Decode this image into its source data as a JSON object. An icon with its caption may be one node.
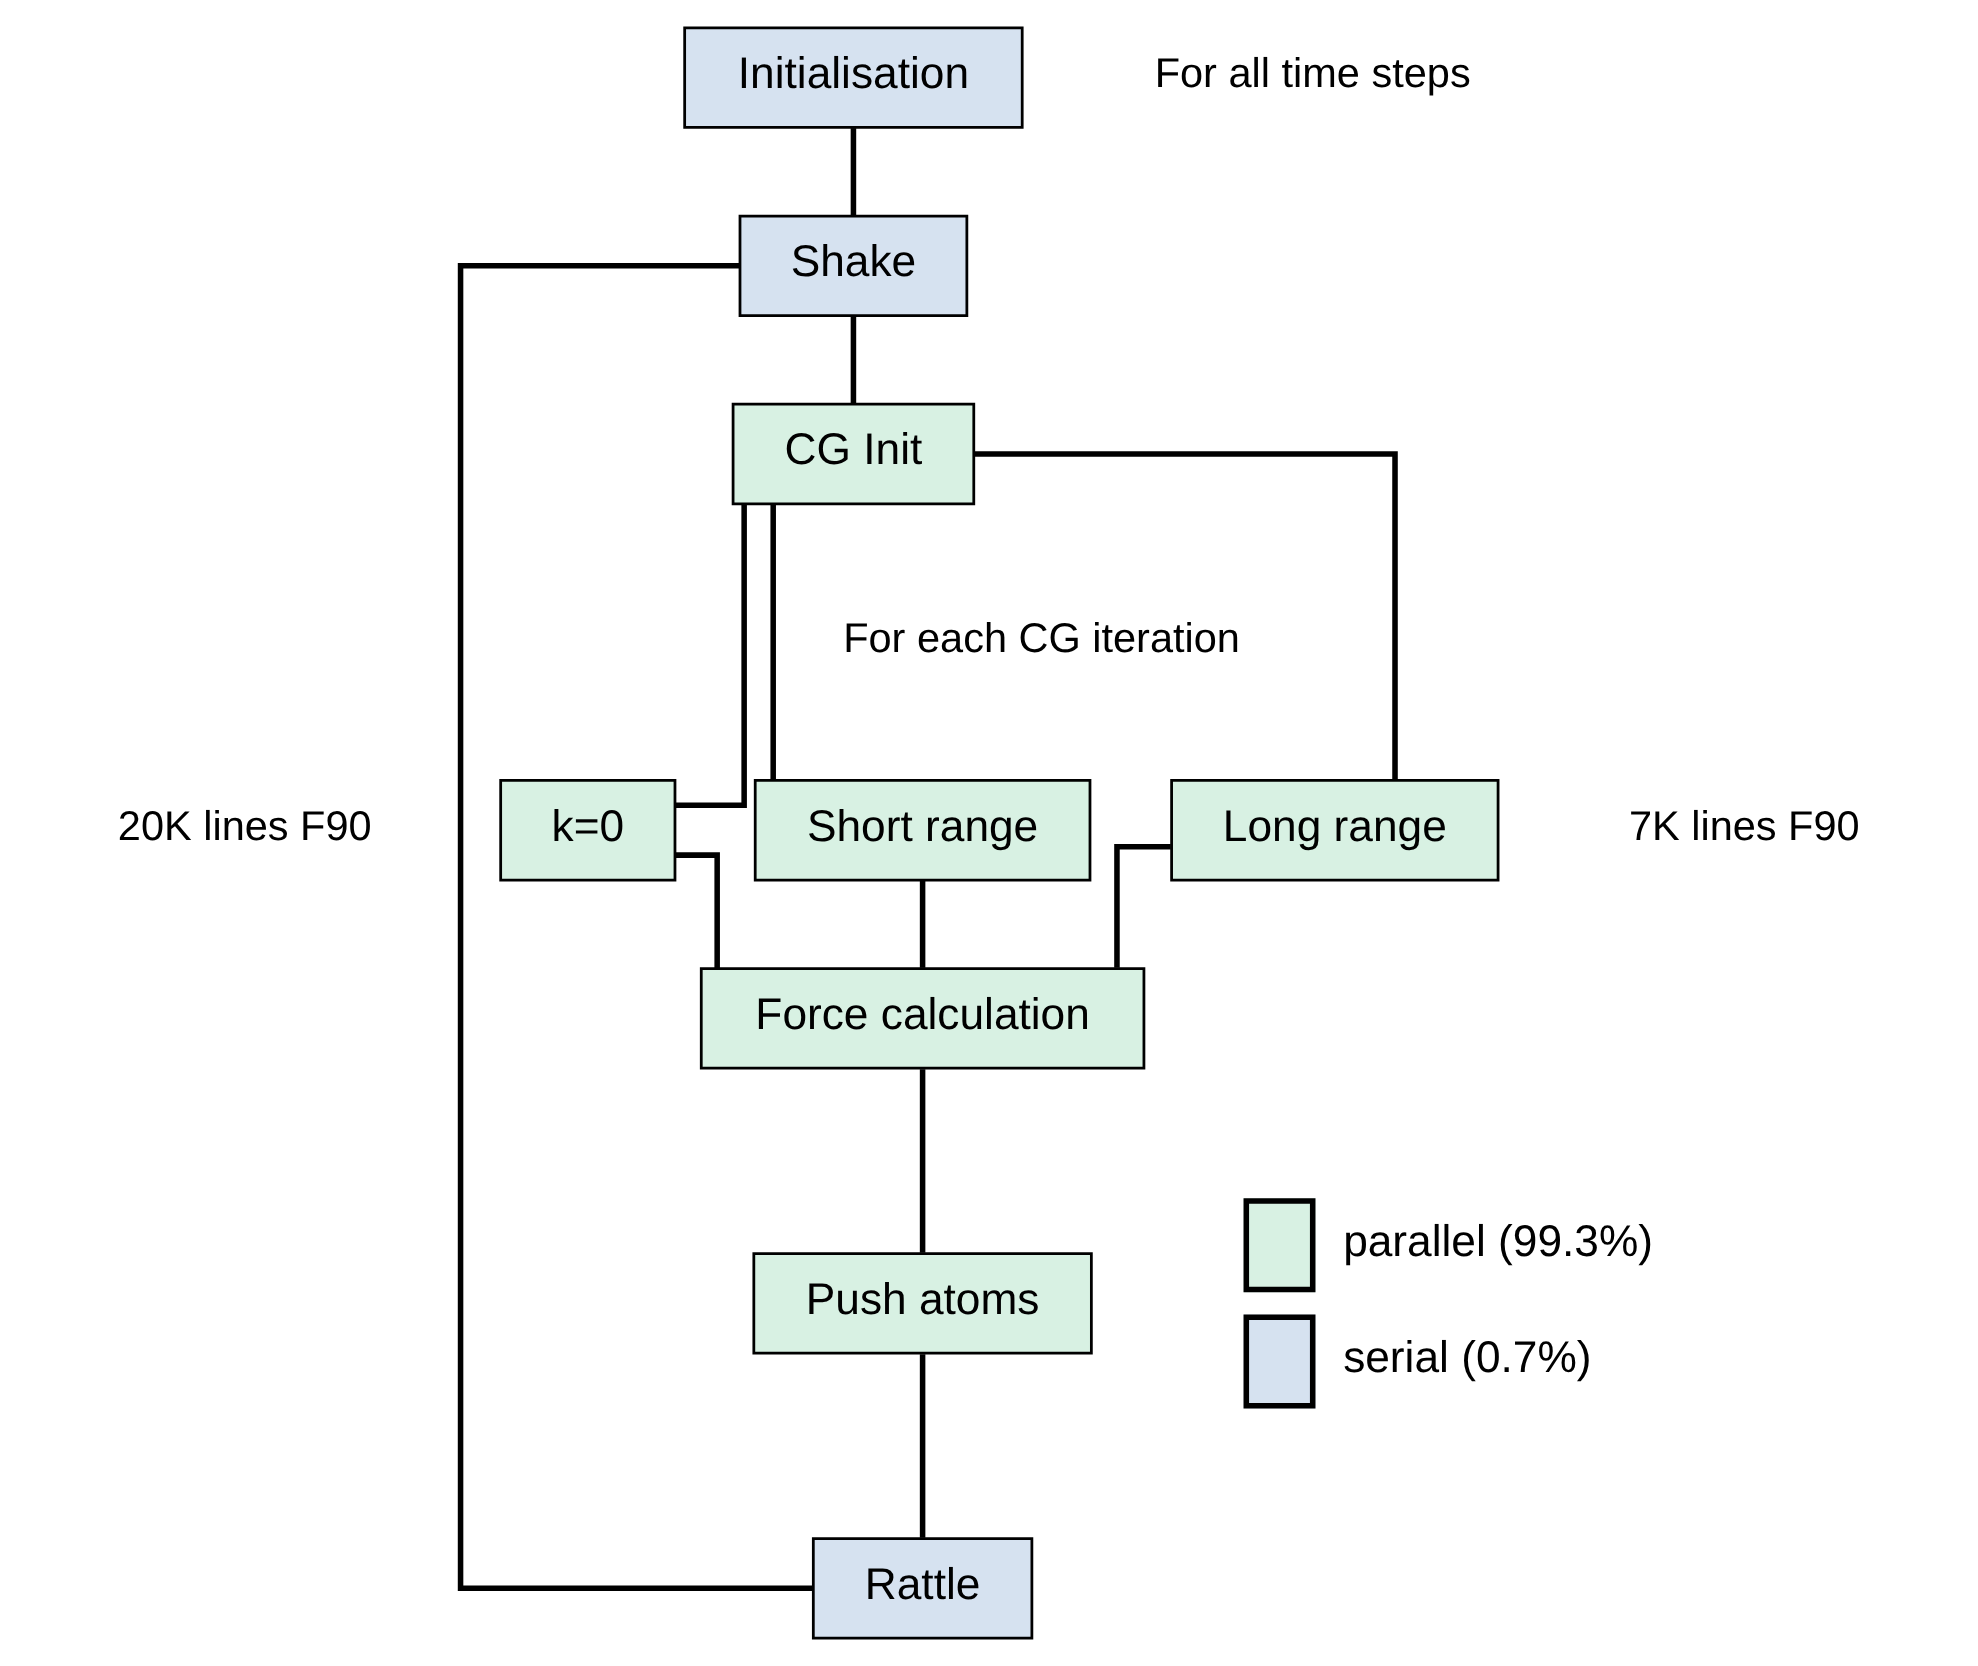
{
  "diagram": {
    "nodes": [
      {
        "text": [
          "Initialisation"
        ]
      },
      {
        "text": [
          "Shake"
        ]
      },
      {
        "text": [
          "CG Init"
        ]
      },
      {
        "text": [
          "k=0"
        ]
      },
      {
        "text": [
          "Short range"
        ]
      },
      {
        "text": [
          "Long range"
        ]
      },
      {
        "text": [
          "Force calculation"
        ]
      },
      {
        "text": [
          "Push atoms"
        ]
      },
      {
        "text": [
          "Rattle"
        ]
      }
    ],
    "edges": [
      {
        "from": 0,
        "to": 1,
        "arrow": "none"
      },
      {
        "from": 1,
        "to": 2,
        "arrow": "none"
      },
      {
        "from": 2,
        "to": 3,
        "arrow": "none"
      },
      {
        "from": 2,
        "to": 4,
        "arrow": "none"
      },
      {
        "from": 2,
        "to": 5,
        "arrow": "none"
      },
      {
        "from": 3,
        "to": 6,
        "arrow": "none"
      },
      {
        "from": 4,
        "to": 6,
        "arrow": "none"
      },
      {
        "from": 5,
        "to": 6,
        "arrow": "none"
      },
      {
        "from": 6,
        "to": 7,
        "arrow": "none"
      },
      {
        "from": 7,
        "to": 8,
        "arrow": "none"
      },
      {
        "from": 8,
        "to": 1,
        "arrow": "none"
      }
    ],
    "labels": [
      "For all time steps",
      "For each CG iteration",
      "20K lines F90",
      "7K lines F90"
    ],
    "legend": [
      {
        "text": "parallel (99.3%)",
        "color": "#d8f1e3"
      },
      {
        "text": "serial (0.7%)",
        "color": "#d6e2f0"
      }
    ]
  }
}
